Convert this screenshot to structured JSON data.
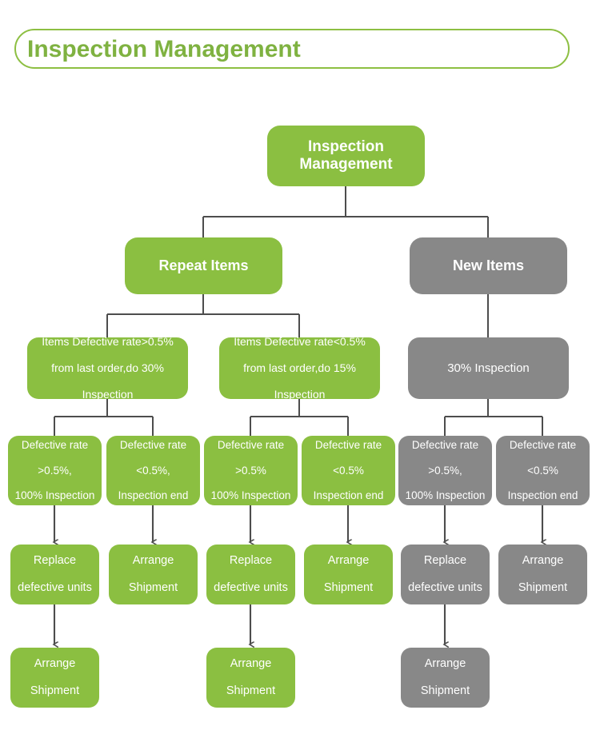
{
  "header": {
    "title": "Inspection Management",
    "border_color": "#8DBF42",
    "text_color": "#7FB241"
  },
  "palette": {
    "green": "#8BBF41",
    "gray": "#888888",
    "connector": "#4D4D4D",
    "node_text": "#FFFFFF"
  },
  "chart_data": {
    "type": "diagram",
    "title": "Inspection Management",
    "orientation": "top-down tree",
    "branch_colors": {
      "repeat_items": "#8BBF41",
      "new_items": "#888888"
    }
  },
  "nodes": {
    "root": {
      "label": "Inspection Management",
      "color": "green"
    },
    "level2": [
      {
        "label": "Repeat Items",
        "color": "green"
      },
      {
        "label": "New Items",
        "color": "gray"
      }
    ],
    "level3": [
      {
        "line1": "Items Defective rate>0.5%",
        "line2": "from last order,do 30%",
        "line3": "Inspection",
        "color": "green"
      },
      {
        "line1": "Items Defective rate<0.5%",
        "line2": "from last order,do 15%",
        "line3": "Inspection",
        "color": "green"
      },
      {
        "line1": "30% Inspection",
        "color": "gray"
      }
    ],
    "level4": [
      {
        "line1": "Defective rate",
        "line2": ">0.5%,",
        "line3": "100% Inspection",
        "color": "green"
      },
      {
        "line1": "Defective rate",
        "line2": "<0.5%,",
        "line3": "Inspection end",
        "color": "green"
      },
      {
        "line1": "Defective rate",
        "line2": ">0.5%",
        "line3": "100% Inspection",
        "color": "green"
      },
      {
        "line1": "Defective rate",
        "line2": "<0.5%",
        "line3": "Inspection end",
        "color": "green"
      },
      {
        "line1": "Defective rate",
        "line2": ">0.5%,",
        "line3": "100% Inspection",
        "color": "gray"
      },
      {
        "line1": "Defective rate",
        "line2": "<0.5%",
        "line3": "Inspection end",
        "color": "gray"
      }
    ],
    "level5": [
      {
        "line1": "Replace",
        "line2": "defective units",
        "color": "green"
      },
      {
        "line1": "Arrange",
        "line2": "Shipment",
        "color": "green"
      },
      {
        "line1": "Replace",
        "line2": "defective units",
        "color": "green"
      },
      {
        "line1": "Arrange",
        "line2": "Shipment",
        "color": "green"
      },
      {
        "line1": "Replace",
        "line2": "defective units",
        "color": "gray"
      },
      {
        "line1": "Arrange",
        "line2": "Shipment",
        "color": "gray"
      }
    ],
    "level6": [
      {
        "line1": "Arrange",
        "line2": "Shipment",
        "color": "green"
      },
      {
        "line1": "Arrange",
        "line2": "Shipment",
        "color": "green"
      },
      {
        "line1": "Arrange",
        "line2": "Shipment",
        "color": "gray"
      }
    ]
  }
}
